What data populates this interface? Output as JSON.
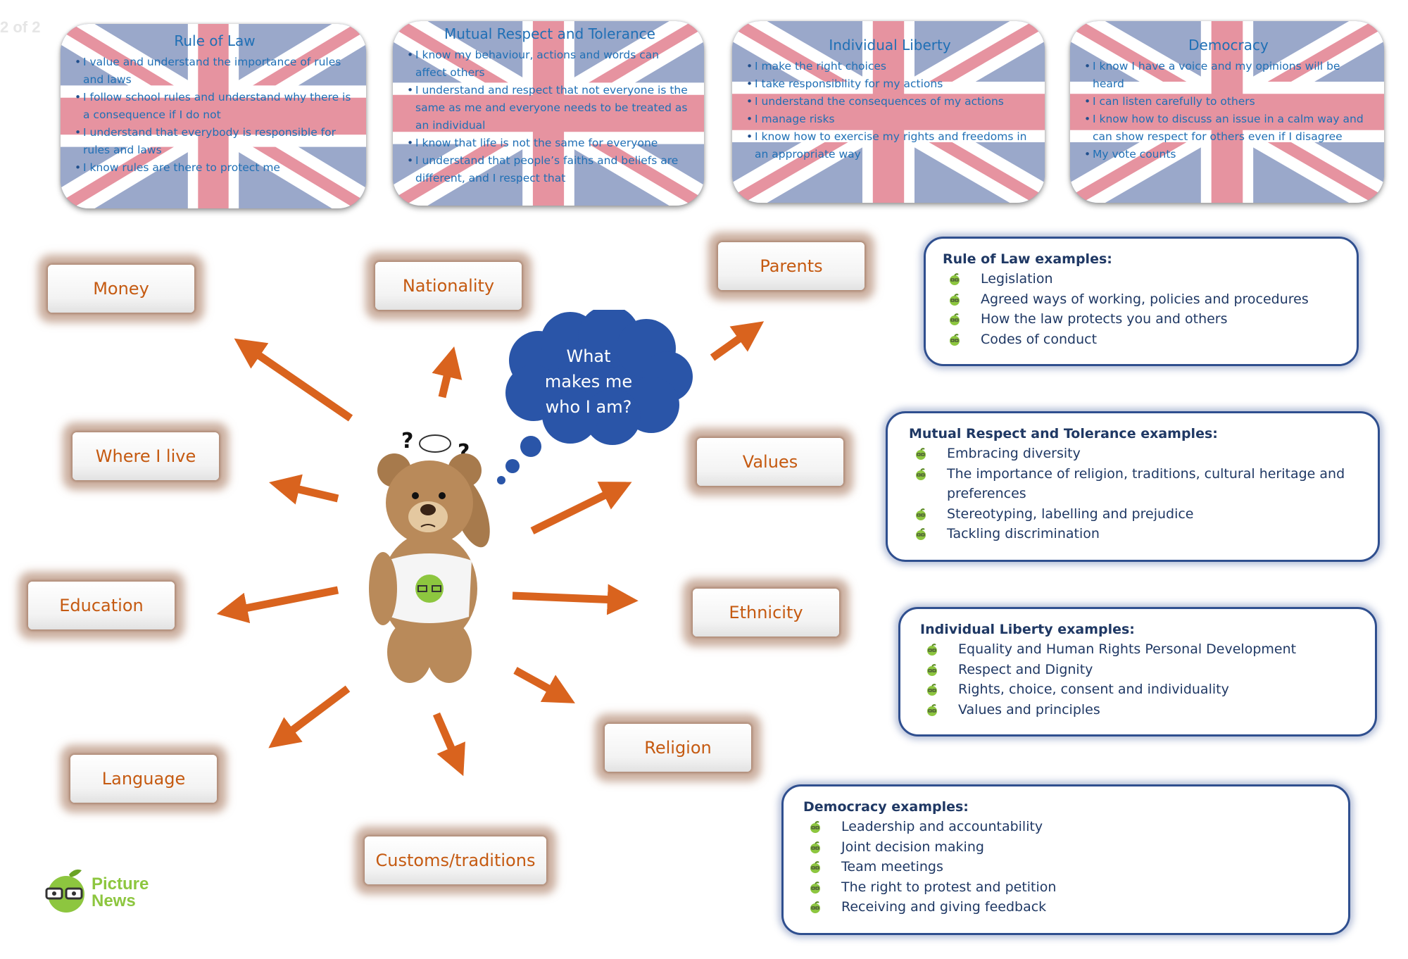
{
  "page_number": "2 of 2",
  "flag_cards": [
    {
      "title": "Rule of Law",
      "items": [
        "I value and understand the importance of rules and laws",
        "I follow school rules and understand why there is a consequence if I do not",
        "I understand that everybody is responsible for rules and laws",
        "I know rules are there to protect me"
      ]
    },
    {
      "title": "Mutual Respect and Tolerance",
      "items": [
        "I know my behaviour, actions and words can affect others",
        "I understand and respect that not everyone is the same as me and everyone needs to be treated as an individual",
        "I know that life is not the same for everyone",
        "I understand that people’s faiths and beliefs are different, and I respect that"
      ]
    },
    {
      "title": "Individual Liberty",
      "items": [
        "I make the right choices",
        "I take responsibility for my actions",
        "I understand the consequences of my actions",
        "I manage risks",
        "I know how to exercise my rights and freedoms in an appropriate way"
      ]
    },
    {
      "title": "Democracy",
      "items": [
        "I know I have a voice and my opinions will be heard",
        "I can listen carefully to others",
        "I know how to discuss an issue in a calm way and can show respect for others even if I disagree",
        "My vote counts"
      ]
    }
  ],
  "topics": {
    "money": "Money",
    "nationality": "Nationality",
    "parents": "Parents",
    "where_i_live": "Where I live",
    "values": "Values",
    "education": "Education",
    "ethnicity": "Ethnicity",
    "language": "Language",
    "religion": "Religion",
    "customs": "Customs/traditions"
  },
  "thought_cloud": {
    "line1": "What",
    "line2": "makes me",
    "line3": "who I am?"
  },
  "examples": [
    {
      "title": "Rule of Law examples:",
      "items": [
        "Legislation",
        "Agreed ways of working, policies and procedures",
        "How the law protects you and others",
        "Codes of conduct"
      ]
    },
    {
      "title": "Mutual Respect and Tolerance examples:",
      "items": [
        "Embracing diversity",
        "The importance of religion, traditions, cultural heritage and preferences",
        "Stereotyping, labelling and prejudice",
        "Tackling discrimination"
      ]
    },
    {
      "title": "Individual Liberty examples:",
      "items": [
        "Equality and Human Rights Personal Development",
        "Respect and Dignity",
        "Rights, choice, consent and individuality",
        "Values and principles"
      ]
    },
    {
      "title": "Democracy examples:",
      "items": [
        "Leadership and accountability",
        "Joint decision making",
        "Team meetings",
        "The right to protest and petition",
        "Receiving and giving feedback"
      ]
    }
  ],
  "logo": {
    "line1": "Picture",
    "line2": "News"
  },
  "colors": {
    "arrow": "#d9631e",
    "topic_text": "#c55a11",
    "flag_text": "#1f6fb5",
    "example_text": "#1f3864",
    "cloud": "#2a55a8",
    "logo_green": "#8dc63f"
  }
}
